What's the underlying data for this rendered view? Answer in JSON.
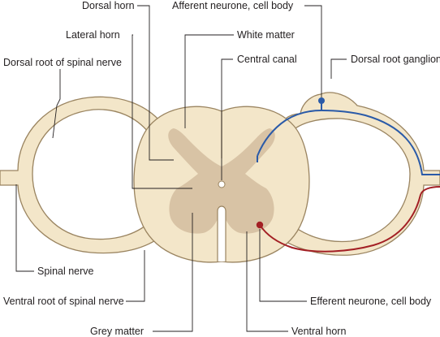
{
  "labels": {
    "dorsal_horn": "Dorsal horn",
    "afferent_neurone": "Afferent neurone, cell body",
    "lateral_horn": "Lateral horn",
    "white_matter": "White matter",
    "dorsal_root": "Dorsal root of spinal nerve",
    "central_canal": "Central canal",
    "dorsal_root_ganglion": "Dorsal root ganglion",
    "spinal_nerve": "Spinal nerve",
    "ventral_root": "Ventral root of spinal nerve",
    "efferent_neurone": "Efferent neurone, cell body",
    "grey_matter": "Grey matter",
    "ventral_horn": "Ventral horn"
  },
  "colors": {
    "white_matter_fill": "#f3e6c9",
    "grey_matter_fill": "#d8c3a5",
    "outline": "#9a8460",
    "afferent_neurone": "#2a5aa8",
    "efferent_neurone": "#a31f24",
    "leader_lines": "#231f20"
  }
}
